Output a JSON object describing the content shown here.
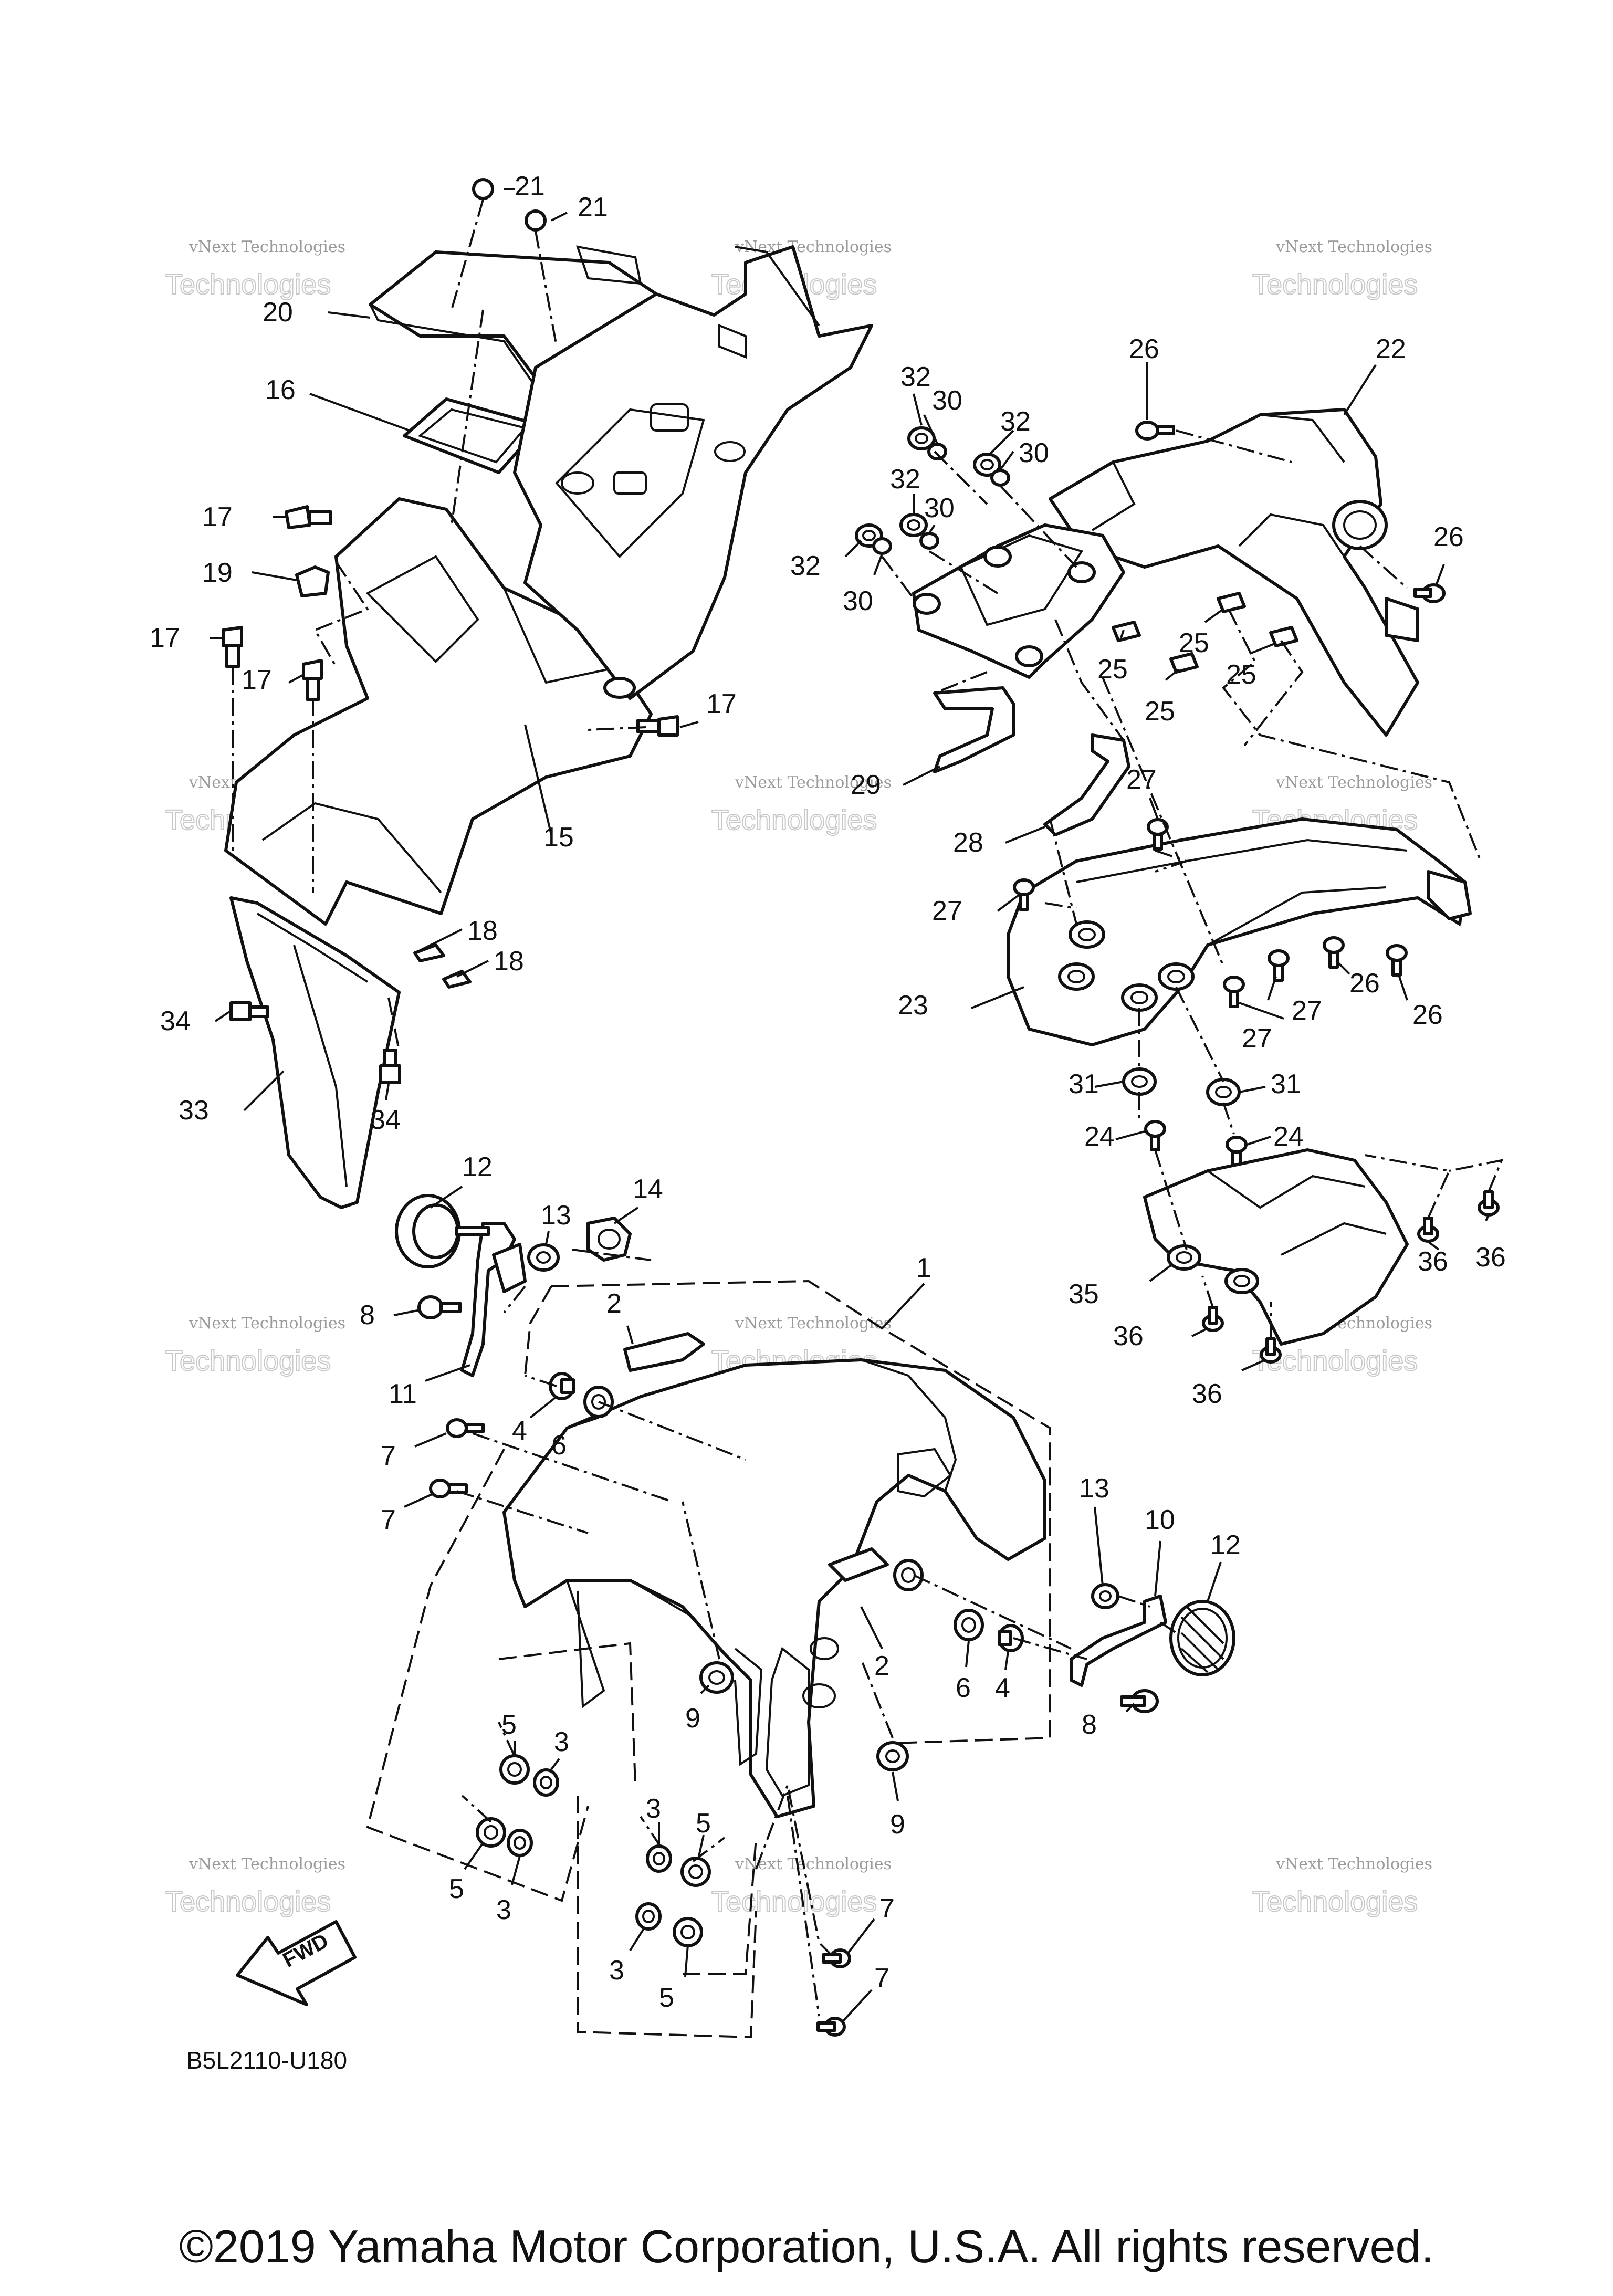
{
  "diagram_code": "B5L2110-U180",
  "copyright": "©2019 Yamaha Motor Corporation, U.S.A. All rights reserved.",
  "fwd_label": "FWD",
  "watermark": {
    "line1": "vNext Technologies",
    "line2": "Technologies"
  },
  "callouts": {
    "p1": "1",
    "p2a": "2",
    "p2b": "2",
    "p3a": "3",
    "p3b": "3",
    "p3c": "3",
    "p3d": "3",
    "p4a": "4",
    "p4b": "4",
    "p5a": "5",
    "p5b": "5",
    "p5c": "5",
    "p5d": "5",
    "p6a": "6",
    "p6b": "6",
    "p7a": "7",
    "p7b": "7",
    "p7c": "7",
    "p7d": "7",
    "p8a": "8",
    "p8b": "8",
    "p9a": "9",
    "p9b": "9",
    "p10": "10",
    "p11": "11",
    "p12a": "12",
    "p12b": "12",
    "p13a": "13",
    "p13b": "13",
    "p14": "14",
    "p15": "15",
    "p16": "16",
    "p17a": "17",
    "p17b": "17",
    "p17c": "17",
    "p17d": "17",
    "p18a": "18",
    "p18b": "18",
    "p19": "19",
    "p20": "20",
    "p21a": "21",
    "p21b": "21",
    "p22": "22",
    "p23": "23",
    "p24a": "24",
    "p24b": "24",
    "p25a": "25",
    "p25b": "25",
    "p25c": "25",
    "p25d": "25",
    "p26a": "26",
    "p26b": "26",
    "p26c": "26",
    "p26d": "26",
    "p27a": "27",
    "p27b": "27",
    "p27c": "27",
    "p27d": "27",
    "p28": "28",
    "p29": "29",
    "p30a": "30",
    "p30b": "30",
    "p30c": "30",
    "p30d": "30",
    "p31a": "31",
    "p31b": "31",
    "p32a": "32",
    "p32b": "32",
    "p32c": "32",
    "p32d": "32",
    "p33": "33",
    "p34a": "34",
    "p34b": "34",
    "p35": "35",
    "p36a": "36",
    "p36b": "36",
    "p36c": "36",
    "p36d": "36"
  }
}
